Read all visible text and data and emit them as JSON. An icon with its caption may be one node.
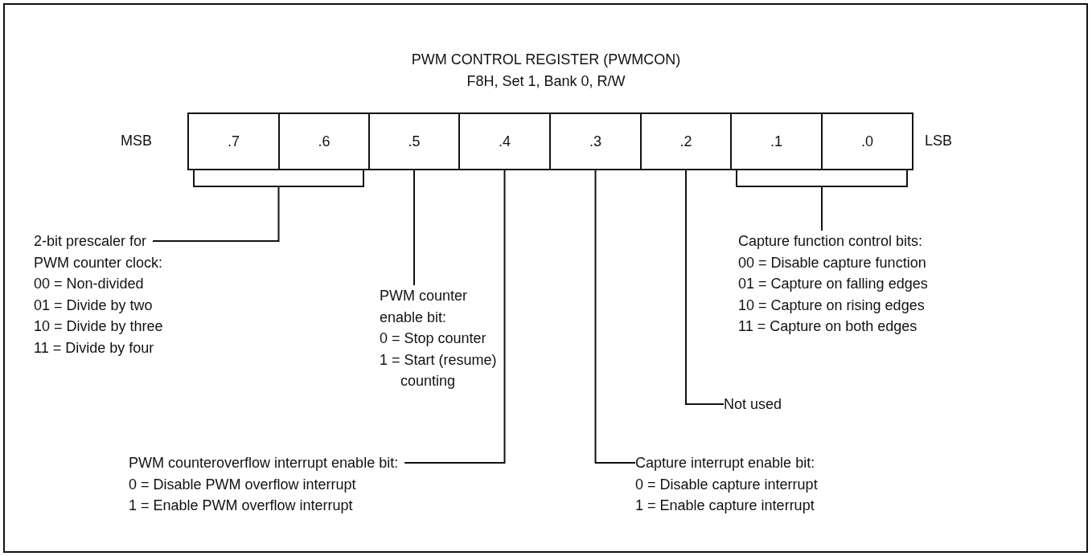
{
  "diagram": {
    "title": "PWM CONTROL REGISTER (PWMCON)",
    "nodes": [
      {
        "text": [
          ".7"
        ],
        "beside": [
          "MSB"
        ]
      },
      {
        "text": [
          ".6"
        ]
      },
      {
        "text": [
          ".5"
        ]
      },
      {
        "text": [
          ".4"
        ]
      },
      {
        "text": [
          ".3"
        ]
      },
      {
        "text": [
          ".2"
        ]
      },
      {
        "text": [
          ".1"
        ]
      },
      {
        "text": [
          ".0"
        ],
        "beside": [
          "LSB"
        ]
      },
      {
        "text": [
          "2-bit prescaler for PWM counter clock:",
          "00 = Non-divided",
          "01 = Divide by two",
          "10 = Divide by three",
          "11 = Divide by four"
        ]
      },
      {
        "text": [
          "PWM counter enable bit:",
          "0 = Stop counter",
          "1 = Start (resume) counting"
        ]
      },
      {
        "text": [
          "PWM counteroverflow interrupt enable bit:",
          "0 = Disable PWM overflow interrupt",
          "1 = Enable PWM overflow interrupt"
        ]
      },
      {
        "text": [
          "Capture interrupt enable bit:",
          "0 = Disable capture interrupt",
          "1 = Enable capture interrupt"
        ]
      },
      {
        "text": [
          "Not used"
        ]
      },
      {
        "text": [
          "Capture function control bits:",
          "00 = Disable capture function",
          "01 = Capture on falling edges",
          "10 = Capture on rising edges",
          "11 = Capture on both edges"
        ]
      }
    ],
    "edges": [
      {
        "from": 8,
        "to": 0,
        "arrow": "none"
      },
      {
        "from": 8,
        "to": 1,
        "arrow": "none"
      },
      {
        "from": 9,
        "to": 2,
        "arrow": "none"
      },
      {
        "from": 10,
        "to": 3,
        "arrow": "none"
      },
      {
        "from": 11,
        "to": 4,
        "arrow": "none"
      },
      {
        "from": 12,
        "to": 5,
        "arrow": "none"
      },
      {
        "from": 13,
        "to": 6,
        "arrow": "none"
      },
      {
        "from": 13,
        "to": 7,
        "arrow": "none"
      }
    ],
    "labels": [
      "F8H, Set 1, Bank 0, R/W"
    ]
  }
}
